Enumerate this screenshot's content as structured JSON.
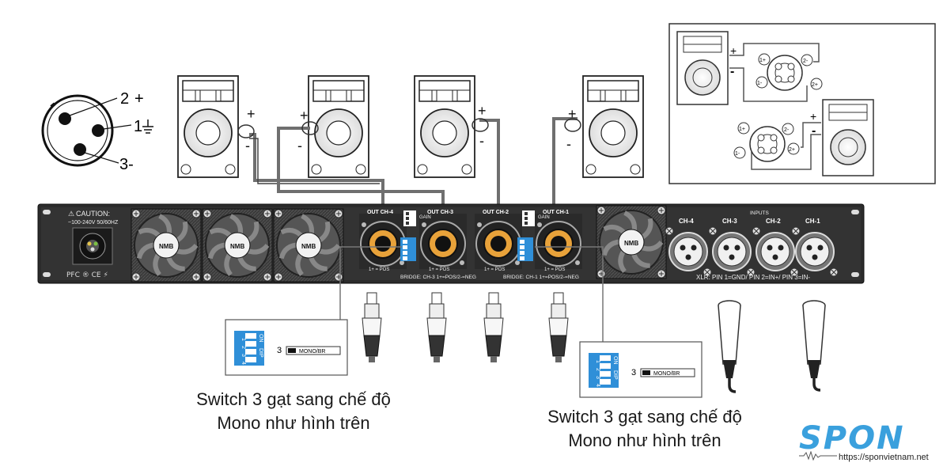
{
  "xlr_pins": {
    "pin2": "2",
    "pin2_sign": "+",
    "pin1": "1",
    "pin3": "3-"
  },
  "speaker_terminals": {
    "plus": "+",
    "minus": "-"
  },
  "amp": {
    "caution": "CAUTION:",
    "power_rating": "~100-240V 50/60HZ",
    "out_labels": [
      "OUT CH-4",
      "OUT CH-3",
      "OUT CH-2",
      "OUT CH-1"
    ],
    "gain_label": "GAIN",
    "inputs_label": "INPUTS",
    "input_channels": [
      "CH-4",
      "CH-3",
      "CH-2",
      "CH-1"
    ],
    "xlr_pin_text": "XLR: PIN 1=GND/ PIN 2=IN+/ PIN 3=IN-",
    "bridge_left": "BRIDGE: CH-3 1+=POS/2-=NEG",
    "bridge_right": "BRIDGE: CH-1 1+=POS/2-=NEG",
    "speakon_pin": "1+ = POS\n1- = NEG",
    "fan_label": "NMB"
  },
  "dip_switch": {
    "on_label": "ON",
    "dip_label": "DIP",
    "numbers": [
      "1",
      "2",
      "3",
      "4"
    ],
    "switch_number": "3",
    "mode_label": "MONO/BR"
  },
  "inset": {
    "speakon_pins": [
      "1+",
      "2-",
      "1-",
      "2+"
    ],
    "plus": "+",
    "minus": "-"
  },
  "captions": {
    "left_line1": "Switch 3 gạt sang chế độ",
    "left_line2": "Mono như hình trên",
    "right_line1": "Switch 3 gạt sang chế độ",
    "right_line2": "Mono như hình trên"
  },
  "brand": {
    "logo": "SPON",
    "url": "https://sponvietnam.net"
  },
  "colors": {
    "dip_blue": "#2f8fd8",
    "brand_blue": "#3aa0dd",
    "panel_dark": "#2b2b2b",
    "wire_gray": "#6f6f6f"
  }
}
